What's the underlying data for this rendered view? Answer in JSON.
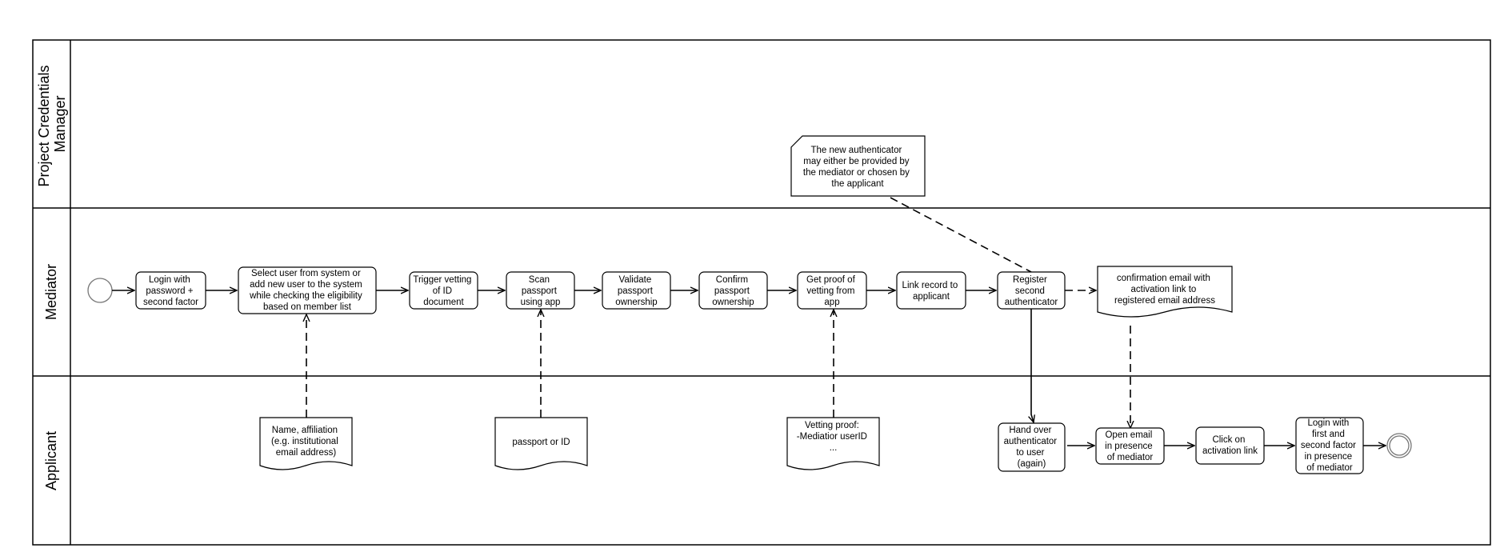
{
  "lanes": [
    {
      "id": "pcm",
      "lines": [
        "Project Credentials",
        "Manager"
      ]
    },
    {
      "id": "mediator",
      "lines": [
        "Mediator"
      ]
    },
    {
      "id": "applicant",
      "lines": [
        "Applicant"
      ]
    }
  ],
  "tasks": [
    {
      "id": "login",
      "lines": [
        "Login with",
        "password +",
        "second factor"
      ]
    },
    {
      "id": "select_user",
      "lines": [
        "Select user from system or",
        "add new user to the system",
        "while checking the eligibility",
        "based on member list"
      ]
    },
    {
      "id": "trigger_vetting",
      "lines": [
        "Trigger vetting",
        "of  ID",
        "document"
      ]
    },
    {
      "id": "scan_passport",
      "lines": [
        "Scan",
        "passport",
        "using app"
      ]
    },
    {
      "id": "validate_passport",
      "lines": [
        "Validate",
        "passport",
        "ownership"
      ]
    },
    {
      "id": "confirm_passport",
      "lines": [
        "Confirm",
        "passport",
        "ownership"
      ]
    },
    {
      "id": "get_proof",
      "lines": [
        "Get proof of",
        "vetting from",
        "app"
      ]
    },
    {
      "id": "link_record",
      "lines": [
        "Link record to",
        "applicant"
      ]
    },
    {
      "id": "register_auth",
      "lines": [
        "Register",
        "second",
        "authenticator"
      ]
    },
    {
      "id": "hand_over",
      "lines": [
        "Hand over",
        "authenticator",
        "to user",
        "(again)"
      ]
    },
    {
      "id": "open_email",
      "lines": [
        "Open email",
        "in presence",
        "of mediator"
      ]
    },
    {
      "id": "click_link",
      "lines": [
        "Click on",
        "activation link"
      ]
    },
    {
      "id": "login_final",
      "lines": [
        "Login with",
        "first and",
        "second factor",
        "in presence",
        "of mediator"
      ]
    }
  ],
  "documents": [
    {
      "id": "confirmation_email",
      "lines": [
        "confirmation email with",
        "activation link to",
        "registered email address"
      ]
    },
    {
      "id": "name_affiliation",
      "lines": [
        "Name, affiliation",
        "(e.g. institutional",
        "email address)"
      ]
    },
    {
      "id": "passport_or_id",
      "lines": [
        "passport or ID"
      ]
    },
    {
      "id": "vetting_proof",
      "lines": [
        "Vetting proof:",
        "-Mediatior userID",
        "..."
      ]
    }
  ],
  "annotation": {
    "id": "new_authenticator_note",
    "lines": [
      "The new authenticator",
      "may either be provided by",
      "the mediator or chosen by",
      "the applicant"
    ]
  },
  "events": [
    {
      "id": "start",
      "type": "start"
    },
    {
      "id": "end",
      "type": "end"
    }
  ]
}
